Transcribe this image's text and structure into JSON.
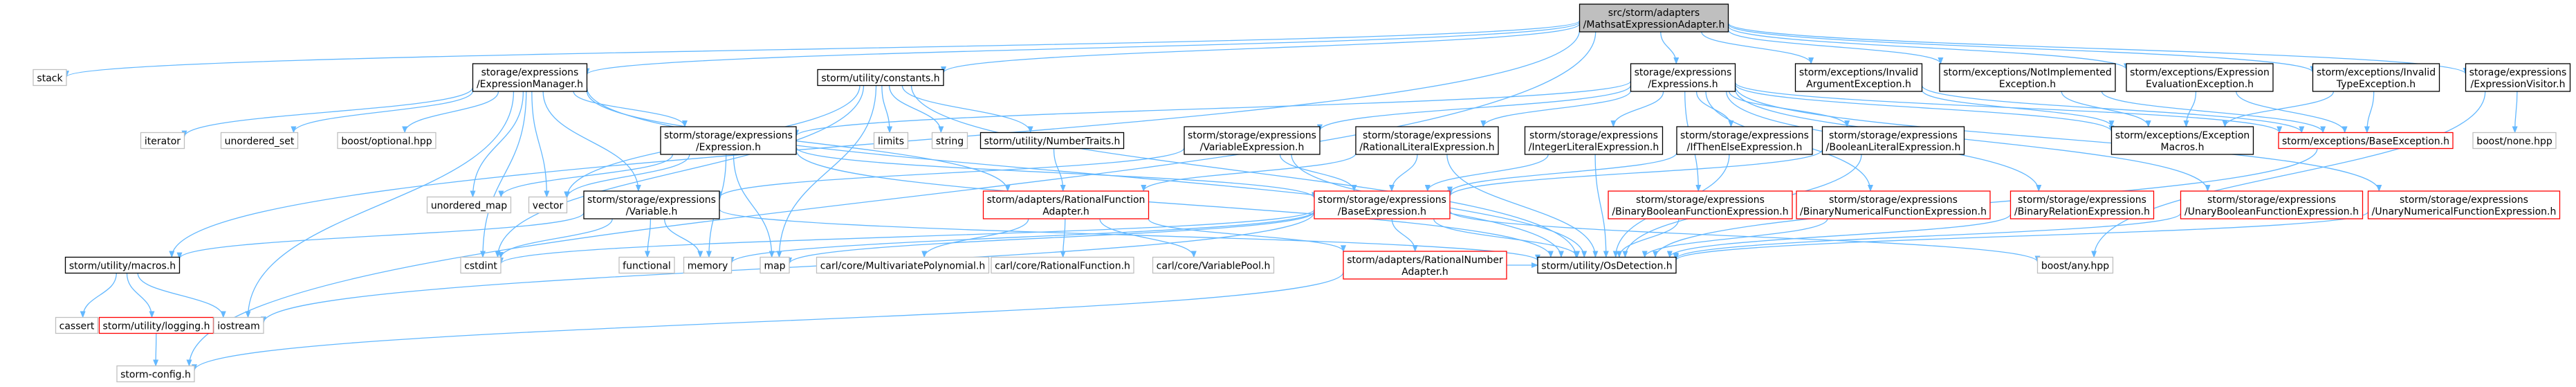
{
  "colors": {
    "root_fill": "#bfbfbf",
    "documented_border": "#000000",
    "external_border": "#bfbfbf",
    "undocumented_border": "#ff0000",
    "edge": "#63b8ff",
    "text": "#000000",
    "background": "#ffffff"
  },
  "nodes": [
    {
      "id": "root",
      "lines": [
        "src/storm/adapters",
        "/MathsatExpressionAdapter.h"
      ],
      "kind": "root"
    },
    {
      "id": "stack",
      "lines": [
        "stack"
      ],
      "kind": "external"
    },
    {
      "id": "expr_manager",
      "lines": [
        "storage/expressions",
        "/ExpressionManager.h"
      ],
      "kind": "documented"
    },
    {
      "id": "constants",
      "lines": [
        "storm/utility/constants.h"
      ],
      "kind": "documented"
    },
    {
      "id": "expressions",
      "lines": [
        "storage/expressions",
        "/Expressions.h"
      ],
      "kind": "documented"
    },
    {
      "id": "invalid_arg_exc",
      "lines": [
        "storm/exceptions/Invalid",
        "ArgumentException.h"
      ],
      "kind": "documented"
    },
    {
      "id": "not_impl_exc",
      "lines": [
        "storm/exceptions/NotImplemented",
        "Exception.h"
      ],
      "kind": "documented"
    },
    {
      "id": "expr_eval_exc",
      "lines": [
        "storm/exceptions/Expression",
        "EvaluationException.h"
      ],
      "kind": "documented"
    },
    {
      "id": "invalid_type_exc",
      "lines": [
        "storm/exceptions/Invalid",
        "TypeException.h"
      ],
      "kind": "documented"
    },
    {
      "id": "expr_visitor",
      "lines": [
        "storage/expressions",
        "/ExpressionVisitor.h"
      ],
      "kind": "documented"
    },
    {
      "id": "iterator",
      "lines": [
        "iterator"
      ],
      "kind": "external"
    },
    {
      "id": "unordered_set",
      "lines": [
        "unordered_set"
      ],
      "kind": "external"
    },
    {
      "id": "boost_optional",
      "lines": [
        "boost/optional.hpp"
      ],
      "kind": "external"
    },
    {
      "id": "storm_expression",
      "lines": [
        "storm/storage/expressions",
        "/Expression.h"
      ],
      "kind": "documented"
    },
    {
      "id": "limits",
      "lines": [
        "limits"
      ],
      "kind": "external"
    },
    {
      "id": "string",
      "lines": [
        "string"
      ],
      "kind": "external"
    },
    {
      "id": "number_traits",
      "lines": [
        "storm/utility/NumberTraits.h"
      ],
      "kind": "documented"
    },
    {
      "id": "var_expr",
      "lines": [
        "storm/storage/expressions",
        "/VariableExpression.h"
      ],
      "kind": "documented"
    },
    {
      "id": "rational_lit_expr",
      "lines": [
        "storm/storage/expressions",
        "/RationalLiteralExpression.h"
      ],
      "kind": "documented"
    },
    {
      "id": "int_lit_expr",
      "lines": [
        "storm/storage/expressions",
        "/IntegerLiteralExpression.h"
      ],
      "kind": "documented"
    },
    {
      "id": "ite_expr",
      "lines": [
        "storm/storage/expressions",
        "/IfThenElseExpression.h"
      ],
      "kind": "documented"
    },
    {
      "id": "bool_lit_expr",
      "lines": [
        "storm/storage/expressions",
        "/BooleanLiteralExpression.h"
      ],
      "kind": "documented"
    },
    {
      "id": "exc_macros",
      "lines": [
        "storm/exceptions/Exception",
        "Macros.h"
      ],
      "kind": "documented"
    },
    {
      "id": "base_exc",
      "lines": [
        "storm/exceptions/BaseException.h"
      ],
      "kind": "undocumented"
    },
    {
      "id": "boost_none",
      "lines": [
        "boost/none.hpp"
      ],
      "kind": "external"
    },
    {
      "id": "unordered_map",
      "lines": [
        "unordered_map"
      ],
      "kind": "external"
    },
    {
      "id": "vector",
      "lines": [
        "vector"
      ],
      "kind": "external"
    },
    {
      "id": "variable",
      "lines": [
        "storm/storage/expressions",
        "/Variable.h"
      ],
      "kind": "documented"
    },
    {
      "id": "rational_func_adapter",
      "lines": [
        "storm/adapters/RationalFunction",
        "Adapter.h"
      ],
      "kind": "undocumented"
    },
    {
      "id": "base_expr",
      "lines": [
        "storm/storage/expressions",
        "/BaseExpression.h"
      ],
      "kind": "undocumented"
    },
    {
      "id": "bin_bool_func",
      "lines": [
        "storm/storage/expressions",
        "/BinaryBooleanFunctionExpression.h"
      ],
      "kind": "undocumented"
    },
    {
      "id": "bin_num_func",
      "lines": [
        "storm/storage/expressions",
        "/BinaryNumericalFunctionExpression.h"
      ],
      "kind": "undocumented"
    },
    {
      "id": "bin_rel",
      "lines": [
        "storm/storage/expressions",
        "/BinaryRelationExpression.h"
      ],
      "kind": "undocumented"
    },
    {
      "id": "unary_bool_func",
      "lines": [
        "storm/storage/expressions",
        "/UnaryBooleanFunctionExpression.h"
      ],
      "kind": "undocumented"
    },
    {
      "id": "unary_num_func",
      "lines": [
        "storm/storage/expressions",
        "/UnaryNumericalFunctionExpression.h"
      ],
      "kind": "undocumented"
    },
    {
      "id": "macros",
      "lines": [
        "storm/utility/macros.h"
      ],
      "kind": "documented"
    },
    {
      "id": "functional",
      "lines": [
        "functional"
      ],
      "kind": "external"
    },
    {
      "id": "cstdint",
      "lines": [
        "cstdint"
      ],
      "kind": "external"
    },
    {
      "id": "memory",
      "lines": [
        "memory"
      ],
      "kind": "external"
    },
    {
      "id": "map",
      "lines": [
        "map"
      ],
      "kind": "external"
    },
    {
      "id": "carl_mvp",
      "lines": [
        "carl/core/MultivariatePolynomial.h"
      ],
      "kind": "external"
    },
    {
      "id": "carl_rf",
      "lines": [
        "carl/core/RationalFunction.h"
      ],
      "kind": "external"
    },
    {
      "id": "carl_vp",
      "lines": [
        "carl/core/VariablePool.h"
      ],
      "kind": "external"
    },
    {
      "id": "rational_num_adapter",
      "lines": [
        "storm/adapters/RationalNumber",
        "Adapter.h"
      ],
      "kind": "undocumented"
    },
    {
      "id": "os_detection",
      "lines": [
        "storm/utility/OsDetection.h"
      ],
      "kind": "documented"
    },
    {
      "id": "boost_any",
      "lines": [
        "boost/any.hpp"
      ],
      "kind": "external"
    },
    {
      "id": "cassert",
      "lines": [
        "cassert"
      ],
      "kind": "external"
    },
    {
      "id": "logging",
      "lines": [
        "storm/utility/logging.h"
      ],
      "kind": "undocumented"
    },
    {
      "id": "iostream",
      "lines": [
        "iostream"
      ],
      "kind": "external"
    },
    {
      "id": "storm_config",
      "lines": [
        "storm-config.h"
      ],
      "kind": "external"
    }
  ],
  "edges": [
    [
      "root",
      "stack"
    ],
    [
      "root",
      "expr_manager"
    ],
    [
      "root",
      "constants"
    ],
    [
      "root",
      "expressions"
    ],
    [
      "root",
      "invalid_arg_exc"
    ],
    [
      "root",
      "not_impl_exc"
    ],
    [
      "root",
      "expr_eval_exc"
    ],
    [
      "root",
      "invalid_type_exc"
    ],
    [
      "root",
      "expr_visitor"
    ],
    [
      "root",
      "macros"
    ],
    [
      "root",
      "storm_config"
    ],
    [
      "expr_manager",
      "iterator"
    ],
    [
      "expr_manager",
      "unordered_set"
    ],
    [
      "expr_manager",
      "boost_optional"
    ],
    [
      "expr_manager",
      "storm_expression"
    ],
    [
      "expr_manager",
      "unordered_map"
    ],
    [
      "expr_manager",
      "vector"
    ],
    [
      "expr_manager",
      "variable"
    ],
    [
      "expr_manager",
      "cstdint"
    ],
    [
      "expr_manager",
      "iostream"
    ],
    [
      "expr_manager",
      "rational_func_adapter"
    ],
    [
      "expr_manager",
      "os_detection"
    ],
    [
      "constants",
      "limits"
    ],
    [
      "constants",
      "string"
    ],
    [
      "constants",
      "number_traits"
    ],
    [
      "constants",
      "vector"
    ],
    [
      "constants",
      "map"
    ],
    [
      "constants",
      "cstdint"
    ],
    [
      "constants",
      "os_detection"
    ],
    [
      "expressions",
      "storm_expression"
    ],
    [
      "expressions",
      "var_expr"
    ],
    [
      "expressions",
      "rational_lit_expr"
    ],
    [
      "expressions",
      "int_lit_expr"
    ],
    [
      "expressions",
      "ite_expr"
    ],
    [
      "expressions",
      "bool_lit_expr"
    ],
    [
      "expressions",
      "bin_bool_func"
    ],
    [
      "expressions",
      "bin_num_func"
    ],
    [
      "expressions",
      "bin_rel"
    ],
    [
      "expressions",
      "unary_bool_func"
    ],
    [
      "expressions",
      "unary_num_func"
    ],
    [
      "expressions",
      "base_exc"
    ],
    [
      "expressions",
      "exc_macros"
    ],
    [
      "invalid_arg_exc",
      "exc_macros"
    ],
    [
      "invalid_arg_exc",
      "base_exc"
    ],
    [
      "not_impl_exc",
      "exc_macros"
    ],
    [
      "not_impl_exc",
      "base_exc"
    ],
    [
      "expr_eval_exc",
      "exc_macros"
    ],
    [
      "expr_eval_exc",
      "base_exc"
    ],
    [
      "invalid_type_exc",
      "exc_macros"
    ],
    [
      "invalid_type_exc",
      "base_exc"
    ],
    [
      "expr_visitor",
      "boost_none"
    ],
    [
      "expr_visitor",
      "boost_any"
    ],
    [
      "storm_expression",
      "unordered_map"
    ],
    [
      "storm_expression",
      "vector"
    ],
    [
      "storm_expression",
      "map"
    ],
    [
      "storm_expression",
      "memory"
    ],
    [
      "storm_expression",
      "base_expr"
    ],
    [
      "storm_expression",
      "os_detection"
    ],
    [
      "number_traits",
      "rational_func_adapter"
    ],
    [
      "var_expr",
      "variable"
    ],
    [
      "var_expr",
      "base_expr"
    ],
    [
      "var_expr",
      "os_detection"
    ],
    [
      "rational_lit_expr",
      "base_expr"
    ],
    [
      "rational_lit_expr",
      "rational_func_adapter"
    ],
    [
      "rational_lit_expr",
      "os_detection"
    ],
    [
      "int_lit_expr",
      "base_expr"
    ],
    [
      "int_lit_expr",
      "os_detection"
    ],
    [
      "ite_expr",
      "base_expr"
    ],
    [
      "ite_expr",
      "os_detection"
    ],
    [
      "bool_lit_expr",
      "base_expr"
    ],
    [
      "bool_lit_expr",
      "os_detection"
    ],
    [
      "bin_bool_func",
      "os_detection"
    ],
    [
      "bin_num_func",
      "os_detection"
    ],
    [
      "bin_rel",
      "os_detection"
    ],
    [
      "unary_bool_func",
      "os_detection"
    ],
    [
      "unary_num_func",
      "os_detection"
    ],
    [
      "base_exc",
      "os_detection"
    ],
    [
      "variable",
      "macros"
    ],
    [
      "variable",
      "functional"
    ],
    [
      "variable",
      "cstdint"
    ],
    [
      "variable",
      "memory"
    ],
    [
      "variable",
      "os_detection"
    ],
    [
      "rational_func_adapter",
      "carl_mvp"
    ],
    [
      "rational_func_adapter",
      "carl_rf"
    ],
    [
      "rational_func_adapter",
      "carl_vp"
    ],
    [
      "rational_func_adapter",
      "rational_num_adapter"
    ],
    [
      "base_expr",
      "cstdint"
    ],
    [
      "base_expr",
      "memory"
    ],
    [
      "base_expr",
      "map"
    ],
    [
      "base_expr",
      "iostream"
    ],
    [
      "base_expr",
      "rational_num_adapter"
    ],
    [
      "base_expr",
      "os_detection"
    ],
    [
      "base_expr",
      "boost_any"
    ],
    [
      "rational_num_adapter",
      "os_detection"
    ],
    [
      "rational_num_adapter",
      "storm_config"
    ],
    [
      "macros",
      "cassert"
    ],
    [
      "macros",
      "logging"
    ],
    [
      "macros",
      "iostream"
    ],
    [
      "logging",
      "storm_config"
    ]
  ]
}
